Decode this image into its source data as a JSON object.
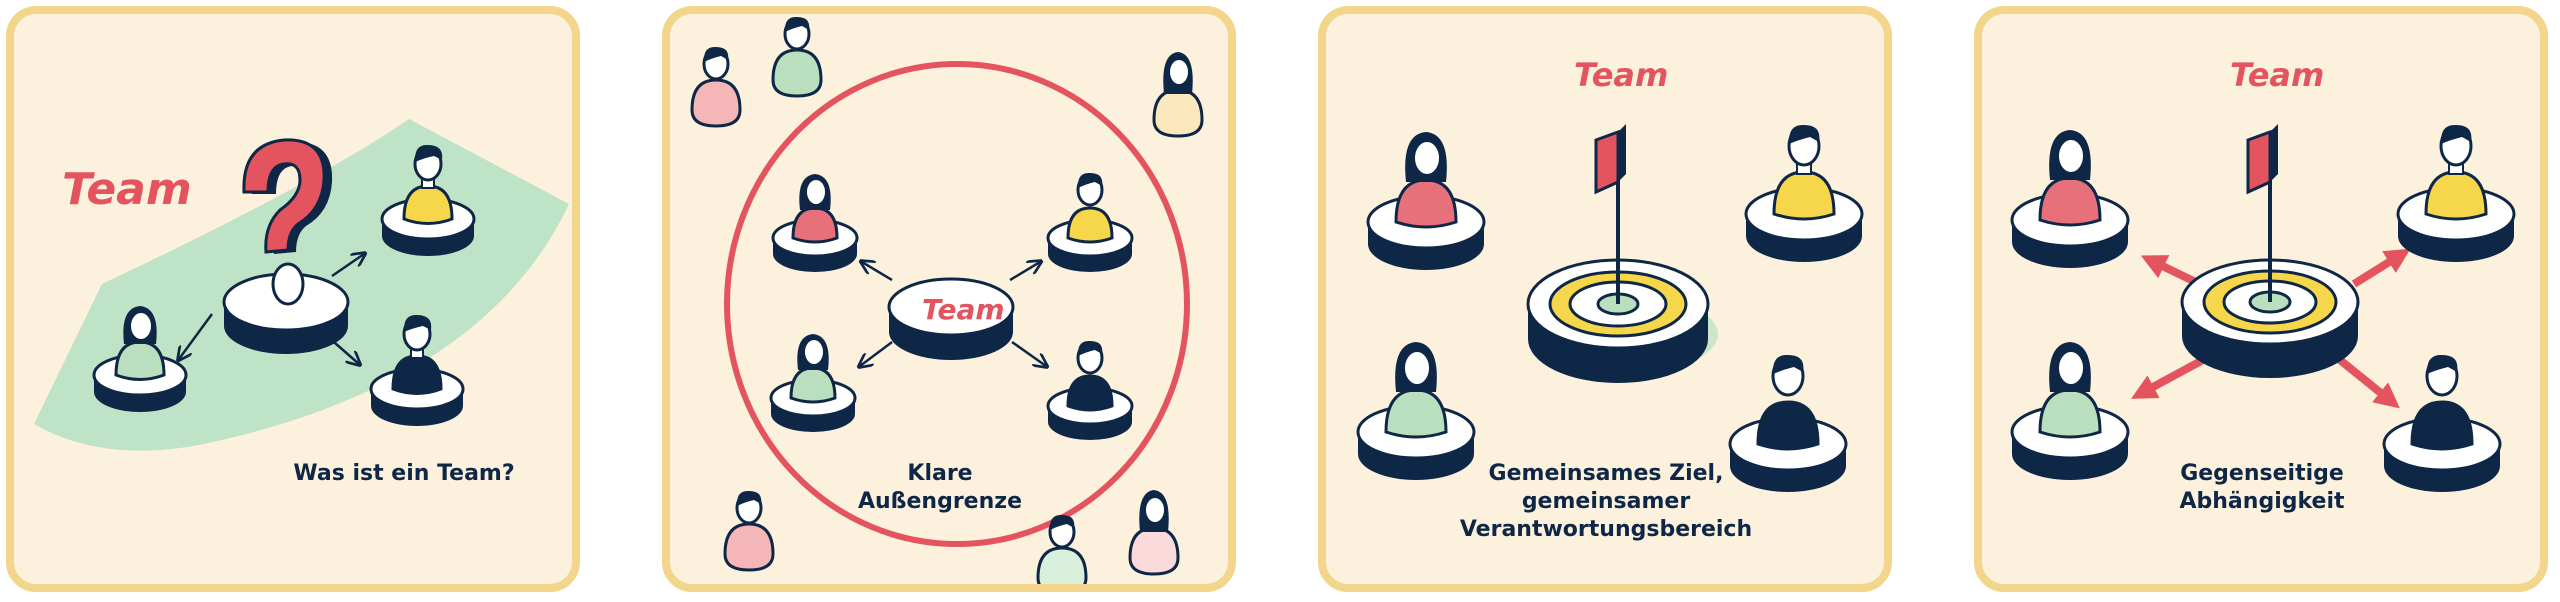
{
  "colors": {
    "panel_bg": "#fbf1dc",
    "panel_border": "#f3d58c",
    "navy": "#0f2747",
    "red": "#e3545f",
    "green_area": "#bfe3c6",
    "person_red": "#e8707a",
    "person_yellow": "#f6d74b",
    "person_green": "#b9dfbe",
    "person_navy": "#0f2747",
    "person_pink": "#f4b6b6",
    "person_cream": "#fbe9bd"
  },
  "icons": [
    "question-mark-icon",
    "target-icon",
    "flag-icon",
    "arrow-icon",
    "person-icon"
  ],
  "panels": [
    {
      "label": "Team",
      "caption": [
        "Was ist ein Team?"
      ]
    },
    {
      "label": "Team",
      "caption": [
        "Klare",
        "Außengrenze"
      ]
    },
    {
      "label": "Team",
      "caption": [
        "Gemeinsames Ziel,",
        "gemeinsamer",
        "Verantwortungsbereich"
      ]
    },
    {
      "label": "Team",
      "caption": [
        "Gegenseitige",
        "Abhängigkeit"
      ]
    }
  ]
}
